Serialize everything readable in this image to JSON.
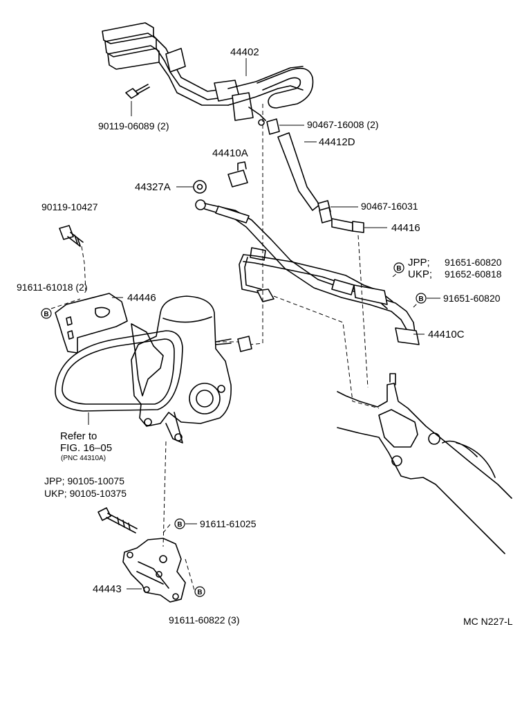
{
  "labels": {
    "p44402": "44402",
    "p90119_06089": "90119-06089 (2)",
    "p90467_16008": "90467-16008 (2)",
    "p44412D": "44412D",
    "p44410A": "44410A",
    "p44327A": "44327A",
    "p90467_16031": "90467-16031",
    "p90119_10427": "90119-10427",
    "p44416": "44416",
    "jpp_prefix": "JPP;",
    "jpp_part": "91651-60820",
    "ukp_prefix": "UKP;",
    "ukp_part": "91652-60818",
    "p91611_61018": "91611-61018 (2)",
    "p44446": "44446",
    "p91651_60820": "91651-60820",
    "p44410C": "44410C",
    "refer_to": "Refer to",
    "fig_ref": "FIG. 16–05",
    "pnc_ref": "(PNC 44310A)",
    "jpp2_label": "JPP; 90105-10075",
    "ukp2_label": "UKP; 90105-10375",
    "p91611_61025": "91611-61025",
    "p44443": "44443",
    "p91611_60822": "91611-60822 (3)",
    "diagram_code": "MC N227-L",
    "b_marker": "B"
  }
}
